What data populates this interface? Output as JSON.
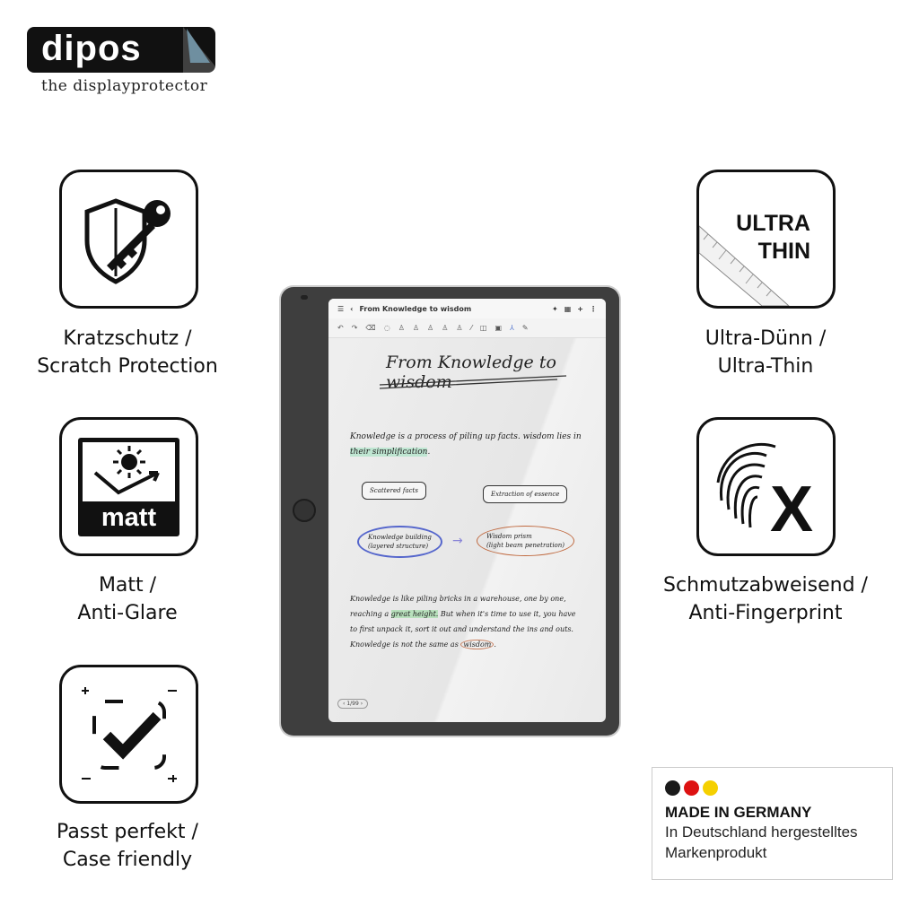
{
  "brand": {
    "logo": "dipos",
    "tagline": "the displayprotector"
  },
  "features": [
    {
      "icon": "shield-key-icon",
      "line1": "Kratzschutz /",
      "line2": "Scratch Protection"
    },
    {
      "icon": "matt-sun-icon",
      "badge": "matt",
      "line1": "Matt /",
      "line2": "Anti-Glare"
    },
    {
      "icon": "checkmark-frame-icon",
      "line1": "Passt perfekt /",
      "line2": "Case friendly"
    },
    {
      "icon": "ruler-icon",
      "badge_line1": "ULTRA",
      "badge_line2": "THIN",
      "line1": "Ultra-Dünn /",
      "line2": "Ultra-Thin"
    },
    {
      "icon": "fingerprint-x-icon",
      "line1": "Schmutzabweisend /",
      "line2": "Anti-Fingerprint"
    }
  ],
  "tablet": {
    "doc_title": "From Knowledge to wisdom",
    "heading": "From Knowledge to wisdom",
    "para1_a": "Knowledge is a process of piling up facts. wisdom lies in",
    "para1_hl": "their simplification",
    "para1_end": ".",
    "bubble1": "Scattered facts",
    "bubble2": "Extraction of essence",
    "oval1_l1": "Knowledge building",
    "oval1_l2": "(layered structure)",
    "oval2_l1": "Wisdom prism",
    "oval2_l2": "(light beam penetration)",
    "p2_l1": "Knowledge is like piling bricks in a warehouse, one by one,",
    "p2_l2a": "reaching a ",
    "p2_l2hl": "great height.",
    "p2_l2b": " But when it's time to use it, you have",
    "p2_l3": "to first unpack it, sort it out and understand the ins and outs.",
    "p2_l4a": "Knowledge is not the same as ",
    "p2_l4w": "wisdom",
    "p2_l4b": ".",
    "page": "1/99"
  },
  "germany": {
    "colors": [
      "#1a1a1a",
      "#dd1111",
      "#f5d000"
    ],
    "title": "MADE IN GERMANY",
    "line1": "In Deutschland hergestelltes",
    "line2": "Markenprodukt"
  }
}
